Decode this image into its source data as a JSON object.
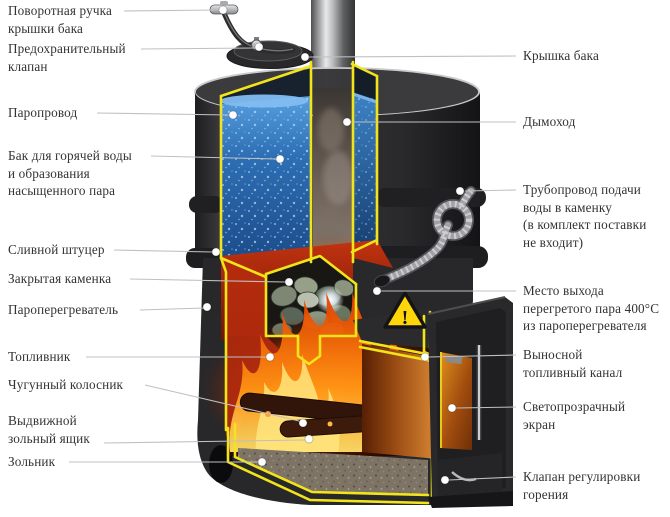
{
  "diagram": {
    "subject": "cutaway-wood-fired-sauna-stove",
    "warning_symbol": "!",
    "left_labels": [
      {
        "text": "Поворотная ручка\nкрышки бака"
      },
      {
        "text": "Предохранительный\nклапан"
      },
      {
        "text": "Паропровод"
      },
      {
        "text": "Бак для горячей воды\nи образования\nнасыщенного пара"
      },
      {
        "text": "Сливной штуцер"
      },
      {
        "text": "Закрытая каменка"
      },
      {
        "text": "Пароперегреватель"
      },
      {
        "text": "Топливник"
      },
      {
        "text": "Чугунный колосник"
      },
      {
        "text": "Выдвижной\nзольный ящик"
      },
      {
        "text": "Зольник"
      }
    ],
    "right_labels": [
      {
        "text": "Крышка бака"
      },
      {
        "text": "Дымоход"
      },
      {
        "text": "Трубопровод подачи\nводы в каменку\n(в комплект поставки\nне входит)"
      },
      {
        "text": "Место выхода\nперегретого пара 400°С\nиз пароперегревателя"
      },
      {
        "text": "Выносной\nтопливный канал"
      },
      {
        "text": "Светопрозрачный\nэкран"
      },
      {
        "text": "Клапан регулировки\nгорения"
      }
    ],
    "colors": {
      "background": "#ffffff",
      "label_text": "#333333",
      "leader_line": "#c0c0c0",
      "cutaway_outline": "#f2e41a",
      "stove_body": "#2a2a2c",
      "water": "#2a6ab1",
      "flame": "#ff8a00",
      "door_glass": "#c06a1a",
      "warning_yellow": "#ffd60a"
    }
  }
}
